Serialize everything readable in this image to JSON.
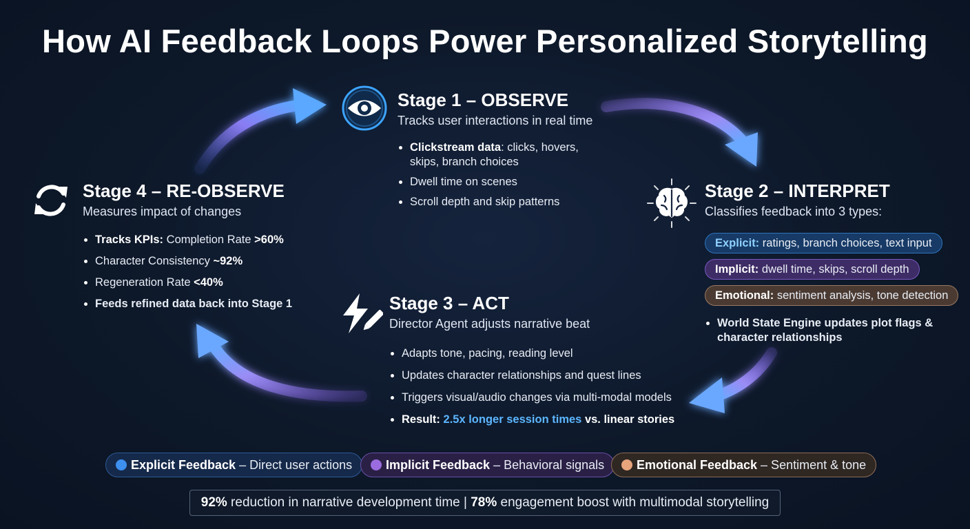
{
  "title": "How AI Feedback Loops Power Personalized Storytelling",
  "colors": {
    "explicit": "#3d8ff0",
    "implicit": "#9b6be0",
    "emotional": "#e8a57c",
    "arrow": "#6f88ff"
  },
  "stages": {
    "observe": {
      "icon": "eye-icon",
      "title": "Stage 1 – OBSERVE",
      "subtitle": "Tracks user interactions in real time",
      "b1_bold": "Clickstream data",
      "b1_rest": ": clicks, hovers, skips, branch choices",
      "b2": "Dwell time on scenes",
      "b3": "Scroll depth and skip patterns"
    },
    "interpret": {
      "icon": "brain-icon",
      "title": "Stage 2 – INTERPRET",
      "subtitle": "Classifies feedback into 3 types:",
      "explicit_label": "Explicit:",
      "explicit_text": " ratings, branch choices, text input",
      "implicit_label": "Implicit:",
      "implicit_text": " dwell time, skips, scroll depth",
      "emotional_label": "Emotional:",
      "emotional_text": " sentiment analysis, tone detection",
      "bullet": "World State Engine updates plot flags & character relationships"
    },
    "act": {
      "icon": "lightning-pen-icon",
      "title": "Stage 3 – ACT",
      "subtitle": "Director Agent adjusts narrative beat",
      "b1": "Adapts tone, pacing, reading level",
      "b2": "Updates character relationships and quest lines",
      "b3": "Triggers visual/audio changes via multi-modal models",
      "result_label": "Result:",
      "result_highlight": "2.5x longer session times",
      "result_rest": " vs. linear stories"
    },
    "reobserve": {
      "icon": "refresh-icon",
      "title": "Stage 4 – RE-OBSERVE",
      "subtitle": "Measures impact of changes",
      "b1_bold": "Tracks KPIs:",
      "b1_mid": " Completion Rate ",
      "b1_val": ">60%",
      "b2_text": "Character Consistency ",
      "b2_val": "~92%",
      "b3_text": "Regeneration Rate ",
      "b3_val": "<40%",
      "b4": "Feeds refined data back into Stage 1"
    }
  },
  "legend": {
    "explicit_label": "Explicit Feedback",
    "explicit_desc": " – Direct user actions",
    "implicit_label": "Implicit Feedback",
    "implicit_desc": " – Behavioral signals",
    "emotional_label": "Emotional Feedback",
    "emotional_desc": " – Sentiment & tone"
  },
  "stats": {
    "v1": "92%",
    "t1": " reduction in narrative development time | ",
    "v2": "78%",
    "t2": " engagement boost with multimodal storytelling"
  }
}
